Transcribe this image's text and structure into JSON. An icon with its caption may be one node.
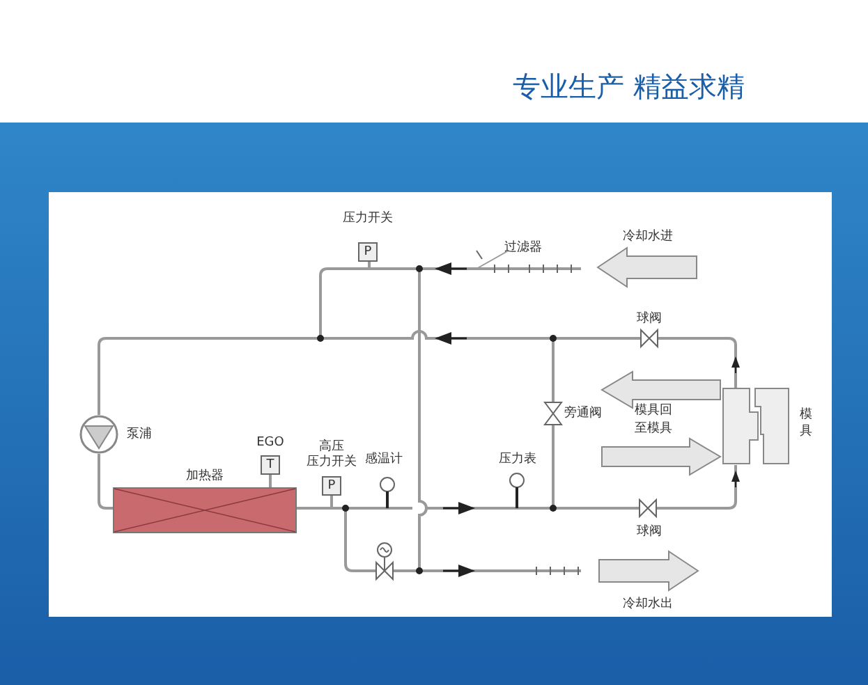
{
  "diagram": {
    "nodes": [
      {
        "text": [
          "压力开关",
          "P"
        ]
      },
      {
        "text": [
          "冷却水进"
        ]
      },
      {
        "text": [
          "冷却水出"
        ]
      },
      {
        "text": [],
        "shape": "circle",
        "beside": [
          "泵浦"
        ]
      },
      {
        "text": [
          "加热器"
        ]
      },
      {
        "text": [
          "EGO",
          "T"
        ]
      },
      {
        "text": [
          "高压",
          "压力开关",
          "P"
        ]
      },
      {
        "text": [
          "模具"
        ]
      }
    ],
    "edges": [
      {
        "from": 3,
        "to": 4,
        "arrow": "none"
      },
      {
        "from": 5,
        "to": 4,
        "arrow": "none"
      },
      {
        "from": 4,
        "to": 6,
        "arrow": "none"
      },
      {
        "from": 7,
        "to": null,
        "arrow": "to",
        "label": "模具回"
      },
      {
        "from": null,
        "to": 7,
        "arrow": "to",
        "label": "至模具"
      }
    ],
    "labels": [
      "专业生产 精益求精",
      "过滤器",
      "球阀",
      "旁通阀",
      "感温计",
      "压力表",
      "球阀"
    ]
  }
}
